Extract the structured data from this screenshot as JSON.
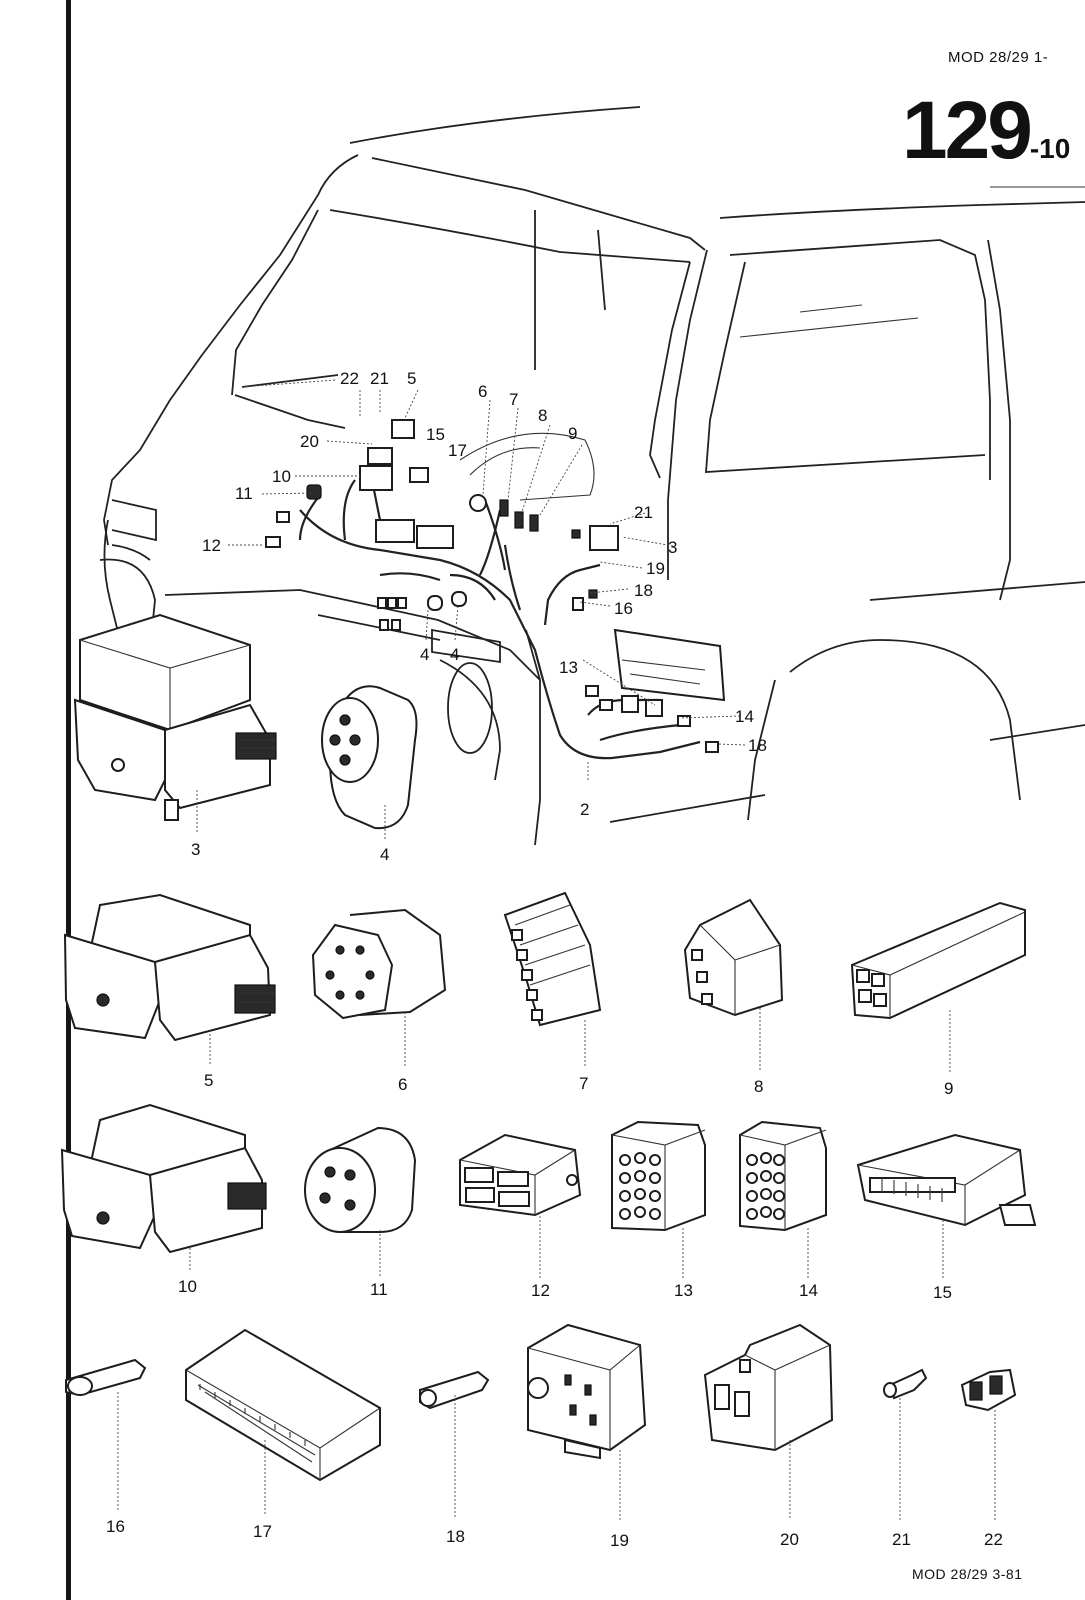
{
  "header": {
    "model": "MOD 28/29  1-",
    "page_number": "129",
    "page_suffix": "-10"
  },
  "footer": {
    "model_date": "MOD 28/29  3-81"
  },
  "overview_callouts": [
    "22",
    "21",
    "5",
    "20",
    "15",
    "17",
    "10",
    "11",
    "12",
    "6",
    "7",
    "8",
    "9",
    "21",
    "3",
    "19",
    "18",
    "16",
    "13",
    "14",
    "18",
    "4",
    "4",
    "2"
  ],
  "parts": {
    "row1": [
      "3",
      "4"
    ],
    "row2": [
      "5",
      "6",
      "7",
      "8",
      "9"
    ],
    "row3": [
      "10",
      "11",
      "12",
      "13",
      "14",
      "15"
    ],
    "row4": [
      "16",
      "17",
      "18",
      "19",
      "20",
      "21",
      "22"
    ]
  }
}
